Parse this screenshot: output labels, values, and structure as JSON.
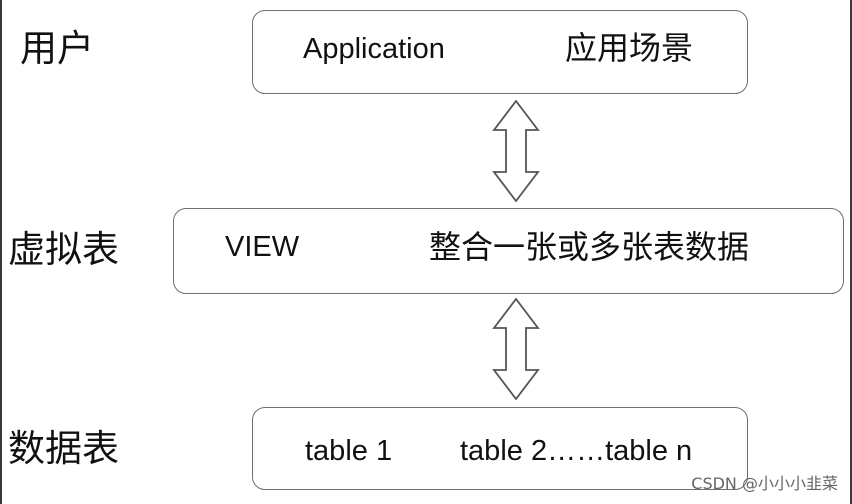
{
  "diagram": {
    "layers": [
      {
        "name": "user",
        "label": "用户",
        "box_items": [
          "Application",
          "应用场景"
        ]
      },
      {
        "name": "virtual-table",
        "label": "虚拟表",
        "box_items": [
          "VIEW",
          "整合一张或多张表数据"
        ]
      },
      {
        "name": "data-table",
        "label": "数据表",
        "box_items": [
          "table 1",
          "table 2……table n"
        ]
      }
    ],
    "connections": [
      {
        "from": "user",
        "to": "virtual-table",
        "type": "bidirectional"
      },
      {
        "from": "virtual-table",
        "to": "data-table",
        "type": "bidirectional"
      }
    ]
  },
  "watermark": "CSDN @小小小韭菜"
}
